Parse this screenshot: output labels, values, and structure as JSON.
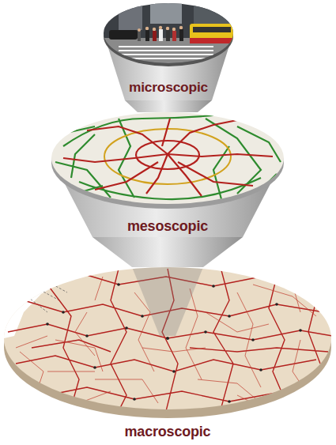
{
  "diagram": {
    "nodes": [
      {
        "text": [
          "microscopic"
        ]
      },
      {
        "text": [
          "mesoscopic"
        ]
      },
      {
        "text": [
          "macroscopic"
        ]
      }
    ],
    "edges": [
      {
        "from": 0,
        "to": 1,
        "arrow": "none"
      },
      {
        "from": 1,
        "to": 2,
        "arrow": "none"
      }
    ]
  }
}
